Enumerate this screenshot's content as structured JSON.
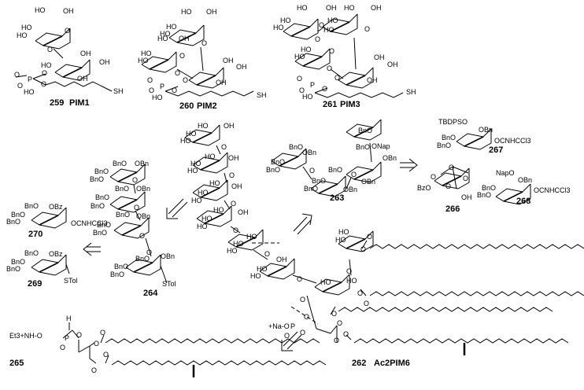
{
  "compounds": {
    "c259": {
      "number": "259",
      "name": "PIM1"
    },
    "c260": {
      "number": "260",
      "name": "PIM2"
    },
    "c261": {
      "number": "261",
      "name": "PIM3"
    },
    "c262": {
      "number": "262",
      "name": "Ac2PIM6"
    },
    "c263": {
      "number": "263"
    },
    "c264": {
      "number": "264"
    },
    "c265": {
      "number": "265"
    },
    "c266": {
      "number": "266"
    },
    "c267": {
      "number": "267"
    },
    "c268": {
      "number": "268"
    },
    "c269": {
      "number": "269"
    },
    "c270": {
      "number": "270"
    }
  },
  "atoms": {
    "HO": "HO",
    "OH": "OH",
    "O": "O",
    "P": "P",
    "SH": "SH",
    "H": "H",
    "BnO": "BnO",
    "OBn": "OBn",
    "OBz": "OBz",
    "BzO": "BzO",
    "STol": "STol",
    "ONap": "ONap",
    "NapO": "NapO",
    "TBDPSO": "TBDPSO",
    "imidate": "OCNHCCl3",
    "sodium": "+Na-O",
    "amine": "Et3+NH-O"
  },
  "arrows": {
    "retro": "retrosynthetic-arrow"
  },
  "colors": {
    "ink": "#000000"
  }
}
